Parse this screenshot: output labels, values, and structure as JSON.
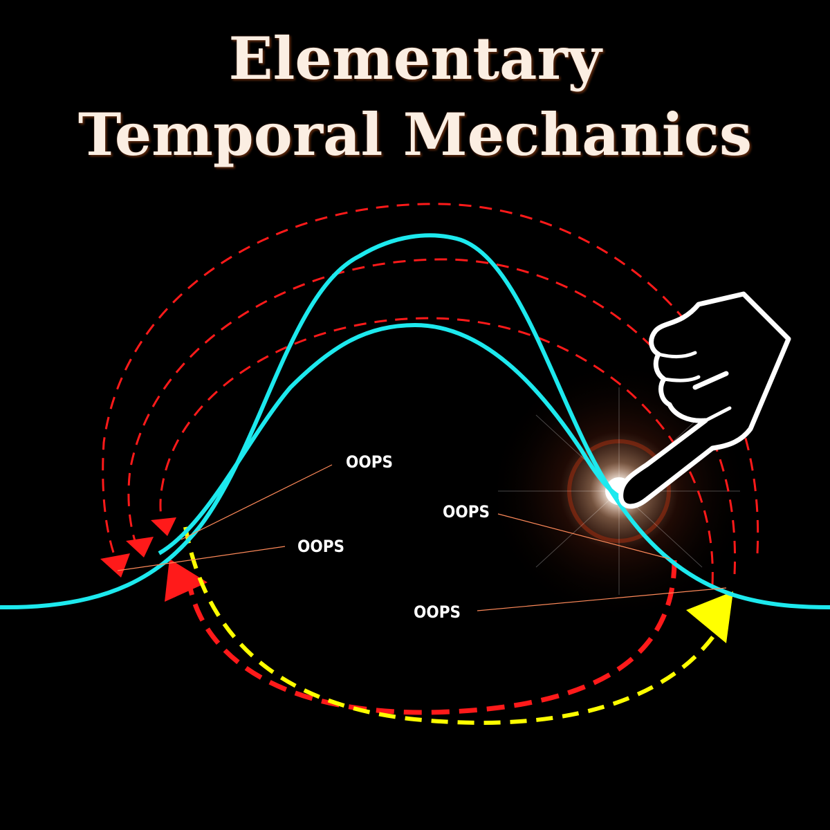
{
  "title": {
    "line1": "Elementary",
    "line2": "Temporal Mechanics"
  },
  "labels": {
    "oops_1": "OOPS",
    "oops_2": "OOPS",
    "oops_3": "OOPS",
    "oops_4": "OOPS"
  },
  "colors": {
    "background": "#000000",
    "timeline": "#1de9ee",
    "loop_red": "#ff1a1a",
    "loop_yellow": "#ffff00",
    "title_text": "#fbeee2",
    "hand_outline": "#ffffff"
  },
  "icons": {
    "pointing_hand": "pointing-hand-icon",
    "glow": "lens-flare"
  }
}
